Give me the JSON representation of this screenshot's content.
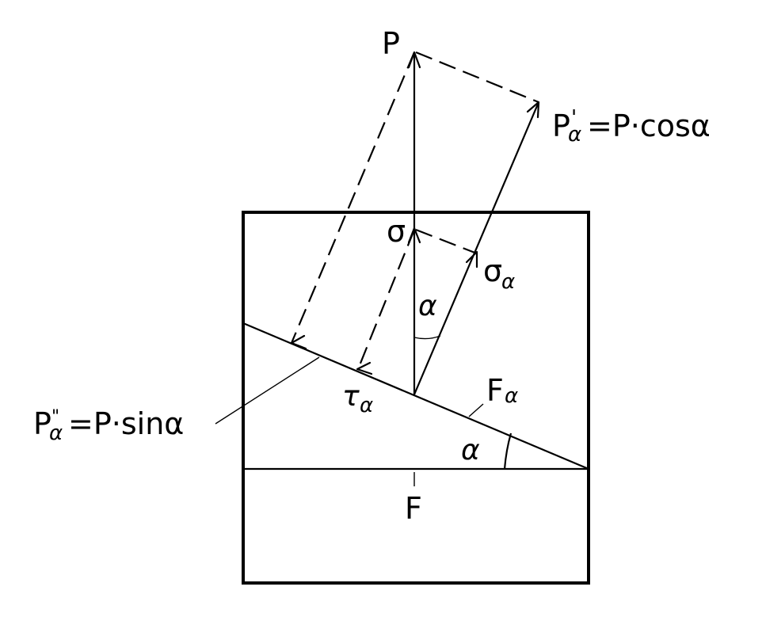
{
  "labels": {
    "P": "P",
    "p_alpha_prime_main": "P",
    "p_alpha_prime_mark": "'",
    "p_alpha_prime_sub": "α",
    "p_alpha_prime_eq": "=P·cosα",
    "sigma": "σ",
    "sigma_alpha_main": "σ",
    "sigma_alpha_sub": "α",
    "alpha_upper": "α",
    "alpha_lower": "α",
    "tau_alpha_main": "τ",
    "tau_alpha_sub": "α",
    "f_alpha_main": "F",
    "f_alpha_sub": "α",
    "F": "F",
    "p_alpha_dprime_main": "P",
    "p_alpha_dprime_mark": "\"",
    "p_alpha_dprime_sub": "α",
    "p_alpha_dprime_eq": "=P·sinα"
  }
}
